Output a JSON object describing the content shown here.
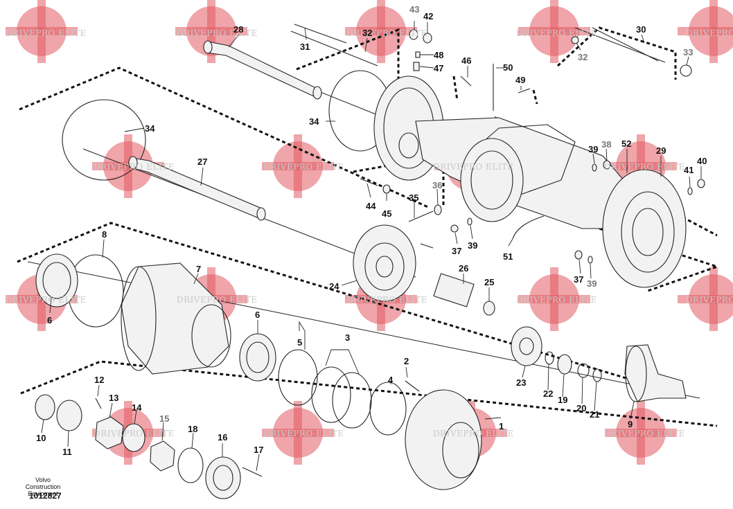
{
  "watermark": "DRIVEPRO ELITE",
  "brand_lines": [
    "Volvo Construction",
    "Equipment"
  ],
  "drawing_number": "1012827",
  "colors": {
    "watermark_gear": "#e25b63",
    "watermark_text": "#c9c9c9",
    "line": "#222222"
  },
  "callouts": {
    "c1": "1",
    "c2": "2",
    "c3": "3",
    "c4": "4",
    "c5": "5",
    "c6a": "6",
    "c6b": "6",
    "c7": "7",
    "c8": "8",
    "c9": "9",
    "c10": "10",
    "c11": "11",
    "c12": "12",
    "c13": "13",
    "c14": "14",
    "c15": "15",
    "c16": "16",
    "c17": "17",
    "c18": "18",
    "c19": "19",
    "c20": "20",
    "c21": "21",
    "c22": "22",
    "c23": "23",
    "c24": "24",
    "c25": "25",
    "c26": "26",
    "c27": "27",
    "c28": "28",
    "c29": "29",
    "c30": "30",
    "c31": "31",
    "c32a": "32",
    "c32b": "32",
    "c33": "33",
    "c34a": "34",
    "c34b": "34",
    "c35": "35",
    "c36": "36",
    "c37a": "37",
    "c37b": "37",
    "c38": "38",
    "c39a": "39",
    "c39b": "39",
    "c39c": "39",
    "c40": "40",
    "c41": "41",
    "c42": "42",
    "c43": "43",
    "c44": "44",
    "c45": "45",
    "c46": "46",
    "c47": "47",
    "c48": "48",
    "c49": "49",
    "c50": "50",
    "c51": "51",
    "c52": "52"
  }
}
